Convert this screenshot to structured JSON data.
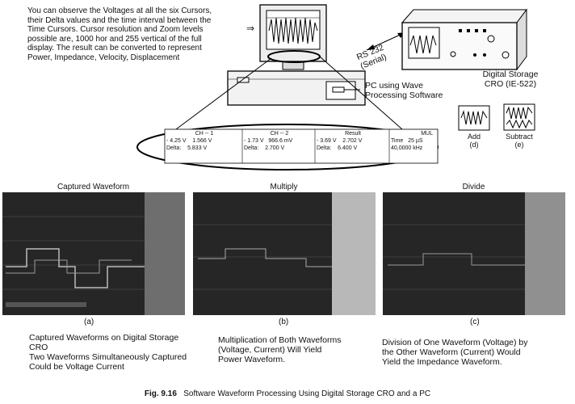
{
  "intro": {
    "lines": [
      "You can observe the Voltages at all the six Cursors,",
      "their Delta values and the time interval between the",
      "Time Cursors. Cursor resolution and Zoom levels",
      "possible are, 1000 hor and 255 vertical of the full",
      "display. The result can be converted to represent",
      "Power, Impedance, Velocity, Displacement"
    ],
    "arrow": "⇒"
  },
  "link": {
    "line1": "RS 232",
    "line2": "(Serial)"
  },
  "cro": {
    "name": "Digital Storage",
    "model": "CRO (IE-522)"
  },
  "pc": {
    "line1": "PC using Wave",
    "line2": "Processing Software"
  },
  "readout": {
    "columns": [
      {
        "header": "CH -- 1",
        "row1": [
          "- 4.25 V",
          "1.566 V"
        ],
        "row2": [
          "Delta:",
          "5.833 V"
        ]
      },
      {
        "header": "CH -- 2",
        "row1": [
          "- 1.73 V",
          "966.6 mV"
        ],
        "row2": [
          "Delta:",
          "2.700 V"
        ]
      },
      {
        "header": "Result",
        "row1": [
          "- 3.69 V",
          "2.702 V"
        ],
        "row2": [
          "Delta:",
          "6.400 V"
        ]
      },
      {
        "header": "MUL",
        "row1": [
          "Time",
          "25 µS"
        ],
        "row2": [
          "40,0000 kHz",
          ""
        ]
      }
    ]
  },
  "ops": [
    {
      "name": "Add",
      "letter": "(d)"
    },
    {
      "name": "Subtract",
      "letter": "(e)"
    }
  ],
  "panels": [
    {
      "title": "Captured Waveform",
      "letter": "(a)",
      "caption": [
        "Captured Waveforms on Digital Storage",
        "CRO",
        "Two Waveforms Simultaneously Captured",
        "Could be Voltage  Current"
      ]
    },
    {
      "title": "Multiply",
      "letter": "(b)",
      "caption": [
        "Multiplication of Both Waveforms",
        "(Voltage, Current) Will Yield",
        "Power Waveform."
      ]
    },
    {
      "title": "Divide",
      "letter": "(c)",
      "caption": [
        "Division of One Waveform (Voltage) by",
        "the Other Waveform (Current) Would",
        "Yield the Impedance Waveform."
      ]
    }
  ],
  "figure": {
    "number": "Fig. 9.16",
    "title": "Software Waveform Processing Using Digital Storage CRO and a PC"
  }
}
